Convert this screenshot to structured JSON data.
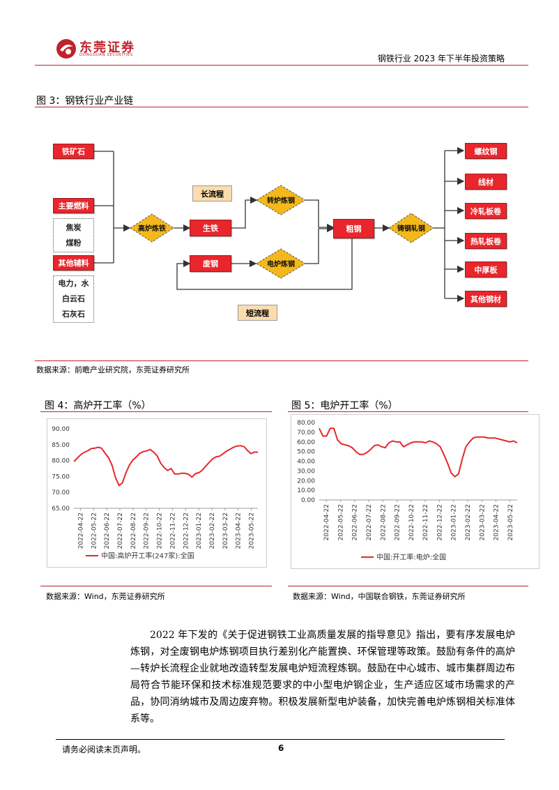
{
  "header": {
    "logo_text": "东莞证券",
    "logo_sub": "DONGGUAN SECURITIES",
    "report_title": "钢铁行业 2023 年下半年投资策略"
  },
  "figure3": {
    "title": "图 3：钢铁行业产业链",
    "source": "数据来源：前瞻产业研究院，东莞证券研究所",
    "inputs": [
      "铁矿石",
      "主要燃料",
      "其他辅料"
    ],
    "fuel_items": [
      "焦炭",
      "煤粉"
    ],
    "aux_items": [
      "电力，水",
      "白云石",
      "石灰石"
    ],
    "process": {
      "blast_furnace": "高炉炼铁",
      "pig_iron": "生铁",
      "converter": "转炉炼钢",
      "scrap": "废钢",
      "eaf": "电炉炼钢",
      "crude_steel": "粗钢",
      "casting": "铸钢轧钢"
    },
    "long_flow": "长流程",
    "short_flow": "短流程",
    "products": [
      "螺纹钢",
      "线材",
      "冷轧板卷",
      "热轧板卷",
      "中厚板",
      "其他钢材"
    ]
  },
  "figure4": {
    "title": "图 4：高炉开工率（%）",
    "source": "数据来源：Wind，东莞证券研究所"
  },
  "figure5": {
    "title": "图 5：电炉开工率（%）",
    "source": "数据来源：Wind，中国联合钢铁，东莞证券研究所"
  },
  "chart_data": [
    {
      "type": "line",
      "title": "",
      "ylim": [
        65,
        90
      ],
      "yticks": [
        "90.00",
        "85.00",
        "80.00",
        "75.00",
        "70.00",
        "65.00"
      ],
      "x_ticks": [
        "2022-04-22",
        "2022-05-22",
        "2022-06-22",
        "2022-07-22",
        "2022-08-22",
        "2022-09-22",
        "2022-10-22",
        "2022-11-22",
        "2022-12-22",
        "2023-01-22",
        "2023-02-22",
        "2023-03-22",
        "2023-04-22",
        "2023-05-22"
      ],
      "color": "#e8262c",
      "series": [
        {
          "name": "中国:高炉开工率(247家):全国",
          "values": [
            79.7,
            80.8,
            81.9,
            82.6,
            83.1,
            83.8,
            83.9,
            84.2,
            83.9,
            82.3,
            80.9,
            78.5,
            74.6,
            72.2,
            73.0,
            76.2,
            78.6,
            80.2,
            81.2,
            82.3,
            82.8,
            83.1,
            83.5,
            82.6,
            81.5,
            79.2,
            77.8,
            76.9,
            77.5,
            75.8,
            75.8,
            76.0,
            76.0,
            75.7,
            74.8,
            75.9,
            76.2,
            77.0,
            78.3,
            79.5,
            80.6,
            81.2,
            81.4,
            82.2,
            83.0,
            83.6,
            84.2,
            84.6,
            84.7,
            84.4,
            83.2,
            82.2,
            82.7,
            82.6
          ]
        }
      ],
      "grid": false,
      "legend": "bottom"
    },
    {
      "type": "line",
      "title": "",
      "ylim": [
        0,
        80
      ],
      "yticks": [
        "80.00",
        "70.00",
        "60.00",
        "50.00",
        "40.00",
        "30.00",
        "20.00",
        "10.00",
        "0.00"
      ],
      "x_ticks": [
        "2022-04-22",
        "2022-05-22",
        "2022-06-22",
        "2022-07-22",
        "2022-08-22",
        "2022-09-22",
        "2022-10-22",
        "2022-11-22",
        "2022-12-22",
        "2023-01-22",
        "2023-02-22",
        "2023-03-22",
        "2023-04-22",
        "2023-05-22"
      ],
      "color": "#e8262c",
      "series": [
        {
          "name": "中国:开工率:电炉:全国",
          "values": [
            74,
            66,
            66,
            74,
            74,
            62,
            58,
            57,
            56,
            54,
            50,
            47,
            47,
            49,
            52,
            56,
            57,
            55,
            54,
            59,
            61,
            60,
            60,
            55,
            57,
            59,
            60,
            60,
            60,
            59,
            61,
            60,
            58,
            55,
            47,
            38,
            28,
            24,
            27,
            42,
            55,
            60,
            64,
            65,
            65,
            65,
            64,
            64,
            64,
            63,
            62,
            61,
            60,
            61,
            59
          ]
        }
      ],
      "grid": false,
      "legend": "bottom"
    }
  ],
  "body": {
    "paragraph": "2022 年下发的《关于促进钢铁工业高质量发展的指导意见》指出，要有序发展电炉炼钢，对全废钢电炉炼钢项目执行差别化产能置换、环保管理等政策。鼓励有条件的高炉—转炉长流程企业就地改造转型发展电炉短流程炼钢。鼓励在中心城市、城市集群周边布局符合节能环保和技术标准规范要求的中小型电炉钢企业，生产适应区域市场需求的产品，协同消纳城市及周边废弃物。积极发展新型电炉装备，加快完善电炉炼钢相关标准体系等。"
  },
  "footer": {
    "disclaimer": "请务必阅读末页声明。",
    "page": "6"
  }
}
